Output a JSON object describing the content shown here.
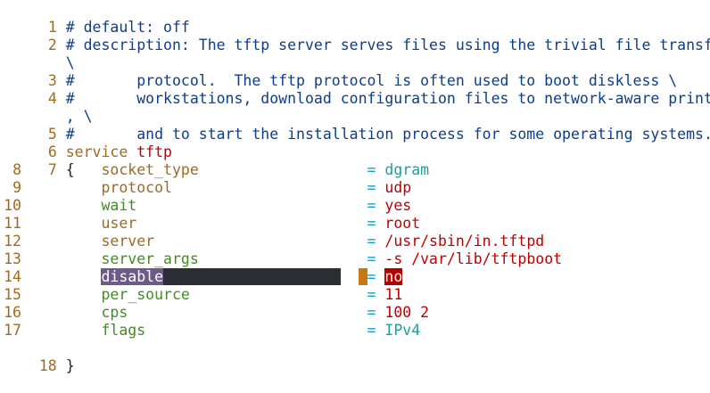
{
  "lines": [
    {
      "n": "1",
      "text": "# default: off"
    },
    {
      "n": "2",
      "text": "# description: The tftp server serves files using the trivial file transfer",
      "wrap": "\\"
    },
    {
      "n": "3",
      "text": "#       protocol.  The tftp protocol is often used to boot diskless \\"
    },
    {
      "n": "4",
      "text": "#       workstations, download configuration files to network-aware printers",
      "wrap": ", \\"
    },
    {
      "n": "5",
      "text": "#       and to start the installation process for some operating systems."
    },
    {
      "n": "6",
      "service": "service",
      "name": "tftp"
    },
    {
      "n": "7",
      "text": "{"
    },
    {
      "n": "8",
      "key": "socket_type",
      "eq": "=",
      "value": "dgram"
    },
    {
      "n": "9",
      "key": "protocol",
      "eq": "=",
      "value": "udp"
    },
    {
      "n": "10",
      "key": "wait",
      "eq": "=",
      "value": "yes"
    },
    {
      "n": "11",
      "key": "user",
      "eq": "=",
      "value": "root"
    },
    {
      "n": "12",
      "key": "server",
      "eq": "=",
      "value": "/usr/sbin/in.tftpd"
    },
    {
      "n": "13",
      "key": "server_args",
      "eq": "=",
      "value": "-s /var/lib/tftpboot"
    },
    {
      "n": "14",
      "key": "disable",
      "eq": "=",
      "value": "no"
    },
    {
      "n": "15",
      "key": "per_source",
      "eq": "=",
      "value": "11"
    },
    {
      "n": "16",
      "key": "cps",
      "eq": "=",
      "value": "100 2"
    },
    {
      "n": "17",
      "key": "flags",
      "eq": "=",
      "value": "IPv4"
    },
    {
      "n": "18",
      "text": "}"
    }
  ],
  "colors": {
    "comment": "#0b3d91",
    "line_number": "#a06a1f",
    "keyword": "#a06a1f",
    "string_red": "#c00000",
    "value_teal": "#1aa0a0",
    "equals": "#1a9ad6",
    "selection": "#6b5b86",
    "cursor": "#c9770f",
    "match_highlight": "#b20000"
  }
}
